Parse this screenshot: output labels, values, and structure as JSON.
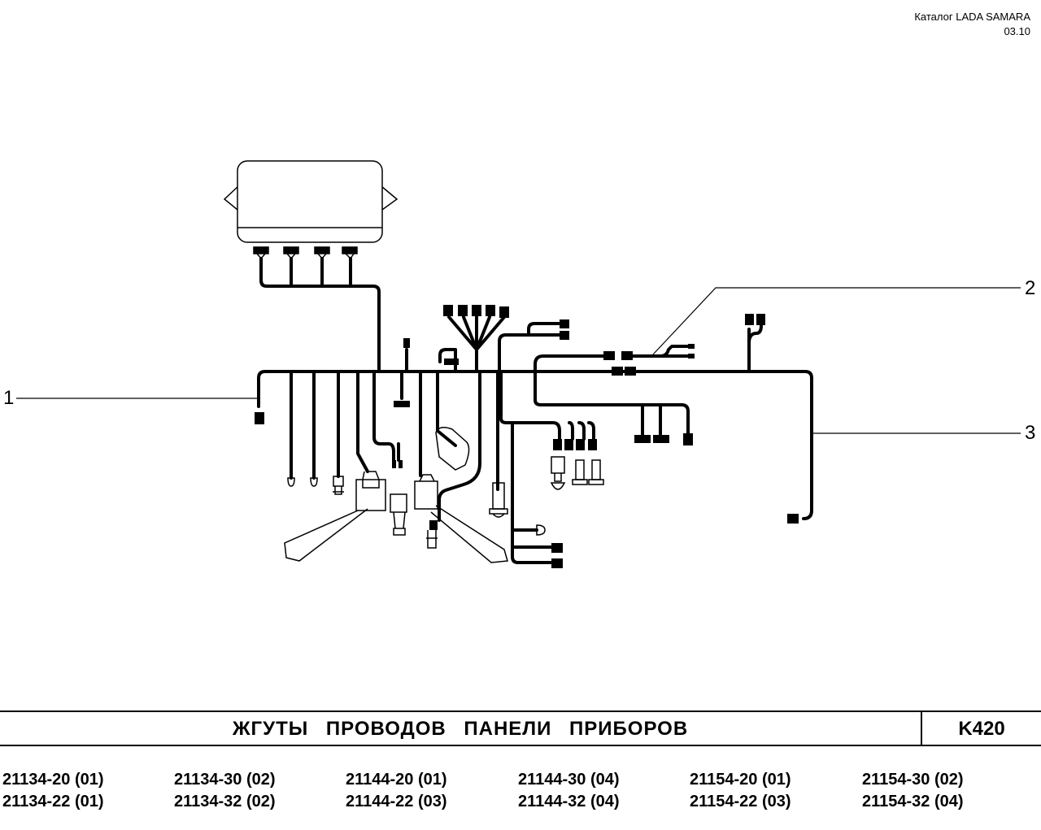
{
  "header": {
    "catalog": "Каталог  LADA SAMARA",
    "version": "03.10"
  },
  "callouts": [
    "1",
    "2",
    "3"
  ],
  "title_block": {
    "title": "ЖГУТЫ   ПРОВОДОВ   ПАНЕЛИ   ПРИБОРОВ",
    "code": "K420"
  },
  "models": [
    [
      "21134-20 (01)",
      "21134-22 (01)"
    ],
    [
      "21134-30 (02)",
      "21134-32 (02)"
    ],
    [
      "21144-20 (01)",
      "21144-22 (03)"
    ],
    [
      "21144-30 (04)",
      "21144-32 (04)"
    ],
    [
      "21154-20 (01)",
      "21154-22 (03)"
    ],
    [
      "21154-30 (02)",
      "21154-32 (04)"
    ]
  ]
}
